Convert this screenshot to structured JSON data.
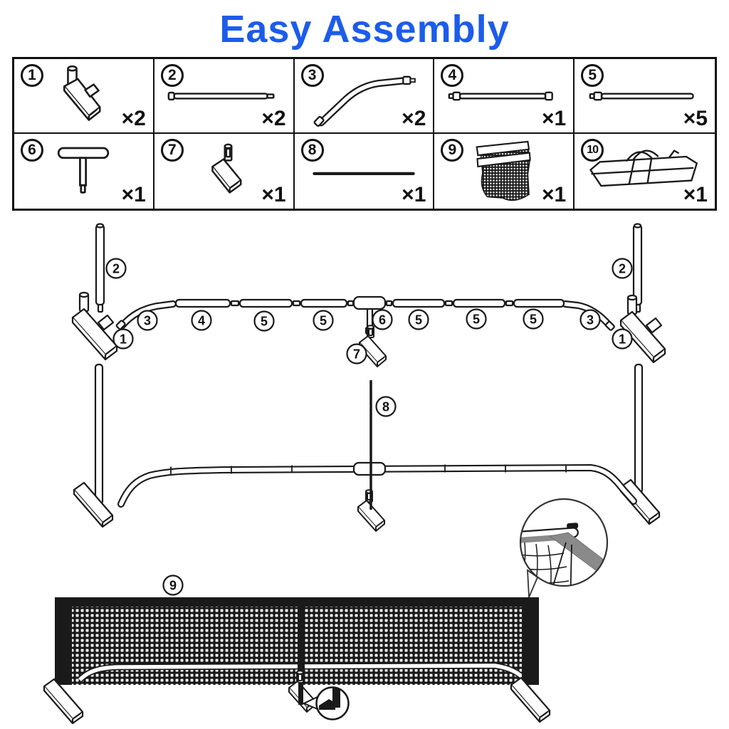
{
  "title": "Easy Assembly",
  "colors": {
    "accent": "#1C5CEC",
    "ink": "#1a1a1a",
    "strap_gray": "#8a8a8a"
  },
  "parts": [
    {
      "num": "1",
      "qty": "×2",
      "icon": "corner-base-icon"
    },
    {
      "num": "2",
      "qty": "×2",
      "icon": "upright-pole-icon"
    },
    {
      "num": "3",
      "qty": "×2",
      "icon": "bent-tube-icon"
    },
    {
      "num": "4",
      "qty": "×1",
      "icon": "crossbar-tube-icon"
    },
    {
      "num": "5",
      "qty": "×5",
      "icon": "crossbar-tube-icon"
    },
    {
      "num": "6",
      "qty": "×1",
      "icon": "center-tee-icon"
    },
    {
      "num": "7",
      "qty": "×1",
      "icon": "center-base-icon"
    },
    {
      "num": "8",
      "qty": "×1",
      "icon": "center-strap-icon"
    },
    {
      "num": "9",
      "qty": "×1",
      "icon": "net-icon"
    },
    {
      "num": "10",
      "qty": "×1",
      "icon": "carry-bag-icon"
    }
  ],
  "exploded_labels": [
    "2",
    "1",
    "3",
    "4",
    "5",
    "5",
    "6",
    "7",
    "5",
    "5",
    "5",
    "3",
    "1",
    "2"
  ],
  "frame_labels": [
    "8"
  ],
  "net_labels": [
    "9"
  ]
}
